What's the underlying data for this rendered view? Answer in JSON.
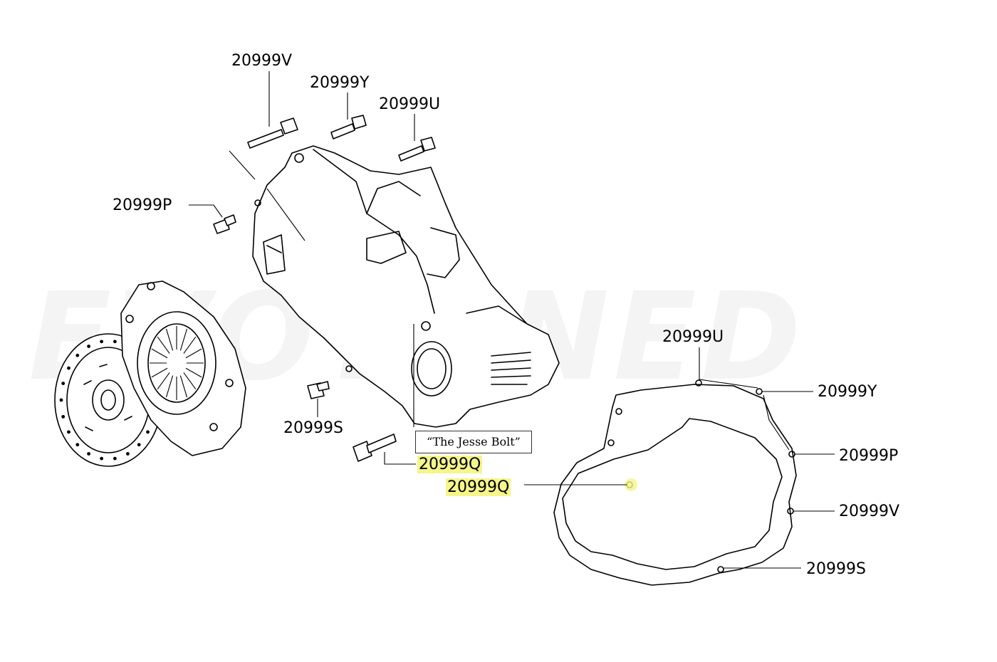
{
  "watermark": "EVOTUNED",
  "callout": "“The Jesse Bolt”",
  "labels": {
    "v_top": "20999V",
    "y_top": "20999Y",
    "u_top": "20999U",
    "p_left": "20999P",
    "s_mid": "20999S",
    "q_bolt": "20999Q",
    "q_gasket": "20999Q",
    "u_right": "20999U",
    "y_right": "20999Y",
    "p_right": "20999P",
    "v_right": "20999V",
    "s_right": "20999S"
  },
  "colors": {
    "highlight": "#f6f58a",
    "line": "#000000"
  }
}
